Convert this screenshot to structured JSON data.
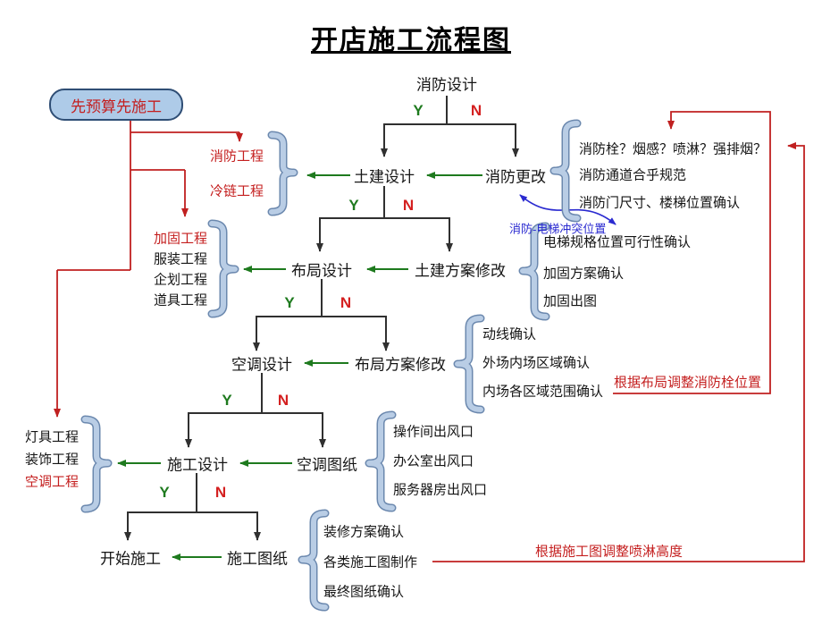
{
  "title": "开店施工流程图",
  "pill": "先预算先施工",
  "branch": {
    "yes": "Y",
    "no": "N"
  },
  "nodes": {
    "fire_design": "消防设计",
    "civil_design": "土建设计",
    "fire_change": "消防更改",
    "layout_design": "布局设计",
    "civil_revision": "土建方案修改",
    "hvac_design": "空调设计",
    "layout_revision": "布局方案修改",
    "construction_design": "施工设计",
    "hvac_drawing": "空调图纸",
    "start_construction": "开始施工",
    "construction_drawing": "施工图纸"
  },
  "lists": {
    "budget_projects_1": {
      "items": [
        "消防工程",
        "冷链工程"
      ]
    },
    "budget_projects_2": {
      "items": [
        "加固工程",
        "服装工程",
        "企划工程",
        "道具工程"
      ]
    },
    "budget_projects_3": {
      "items": [
        "灯具工程",
        "装饰工程",
        "空调工程"
      ]
    },
    "fire_change_details": {
      "items": [
        "消防栓？烟感？喷淋？强排烟？",
        "消防通道合乎规范",
        "消防门尺寸、楼梯位置确认"
      ]
    },
    "civil_revision_details": {
      "items": [
        "电梯规格位置可行性确认",
        "加固方案确认",
        "加固出图"
      ]
    },
    "layout_revision_details": {
      "items": [
        "动线确认",
        "外场内场区域确认",
        "内场各区域范围确认"
      ]
    },
    "hvac_drawing_details": {
      "items": [
        "操作间出风口",
        "办公室出风口",
        "服务器房出风口"
      ]
    },
    "construction_drawing_details": {
      "items": [
        "装修方案确认",
        "各类施工图制作",
        "最终图纸确认"
      ]
    }
  },
  "annotations": {
    "elevator_conflict": "消防-电梯冲突位置",
    "adjust_hydrant": "根据布局调整消防栓位置",
    "adjust_sprinkler": "根据施工图调整喷淋高度"
  },
  "colors": {
    "red_text": "#c41e1e",
    "green_arrow": "#1e7a1e",
    "blue_note": "#2a2ad0",
    "flow_line": "#303030",
    "brace_fill": "#b9cde5",
    "brace_edge": "#6b88ae",
    "pill_fill": "#aecbe8",
    "pill_border": "#2f4e75"
  }
}
